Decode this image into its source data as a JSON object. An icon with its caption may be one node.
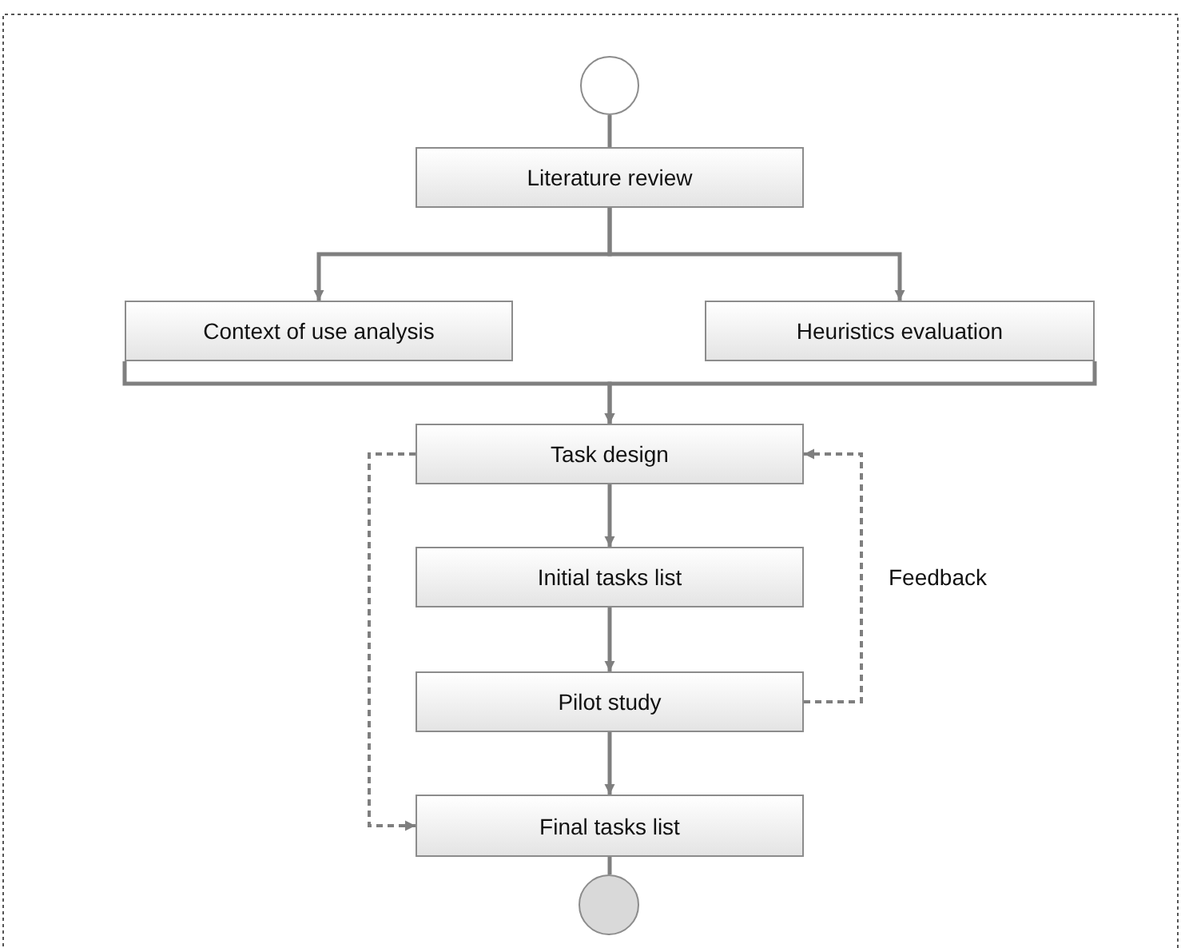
{
  "diagram": {
    "nodes": [
      {
        "text": [],
        "shape": "circle"
      },
      {
        "text": [
          "Literature review"
        ]
      },
      {
        "text": [
          "Context of use analysis"
        ]
      },
      {
        "text": [
          "Heuristics evaluation"
        ]
      },
      {
        "text": [
          "Task design"
        ]
      },
      {
        "text": [
          "Initial tasks list"
        ]
      },
      {
        "text": [
          "Pilot study"
        ]
      },
      {
        "text": [
          "Final tasks list"
        ]
      },
      {
        "text": [],
        "shape": "circle"
      }
    ],
    "edges": [
      {
        "from": 0,
        "to": 1,
        "arrow": "none"
      },
      {
        "from": 1,
        "to": 2,
        "arrow": "to"
      },
      {
        "from": 1,
        "to": 3,
        "arrow": "to"
      },
      {
        "from": 2,
        "to": 4,
        "arrow": "to"
      },
      {
        "from": 3,
        "to": 4,
        "arrow": "to"
      },
      {
        "from": 4,
        "to": 5,
        "arrow": "to"
      },
      {
        "from": 5,
        "to": 6,
        "arrow": "to"
      },
      {
        "from": 6,
        "to": 7,
        "arrow": "to"
      },
      {
        "from": 4,
        "to": 7,
        "arrow": "to",
        "style": "dashed"
      },
      {
        "from": 6,
        "to": 4,
        "arrow": "to",
        "style": "dashed",
        "label": "Feedback"
      },
      {
        "from": 7,
        "to": 8,
        "arrow": "none"
      }
    ]
  }
}
